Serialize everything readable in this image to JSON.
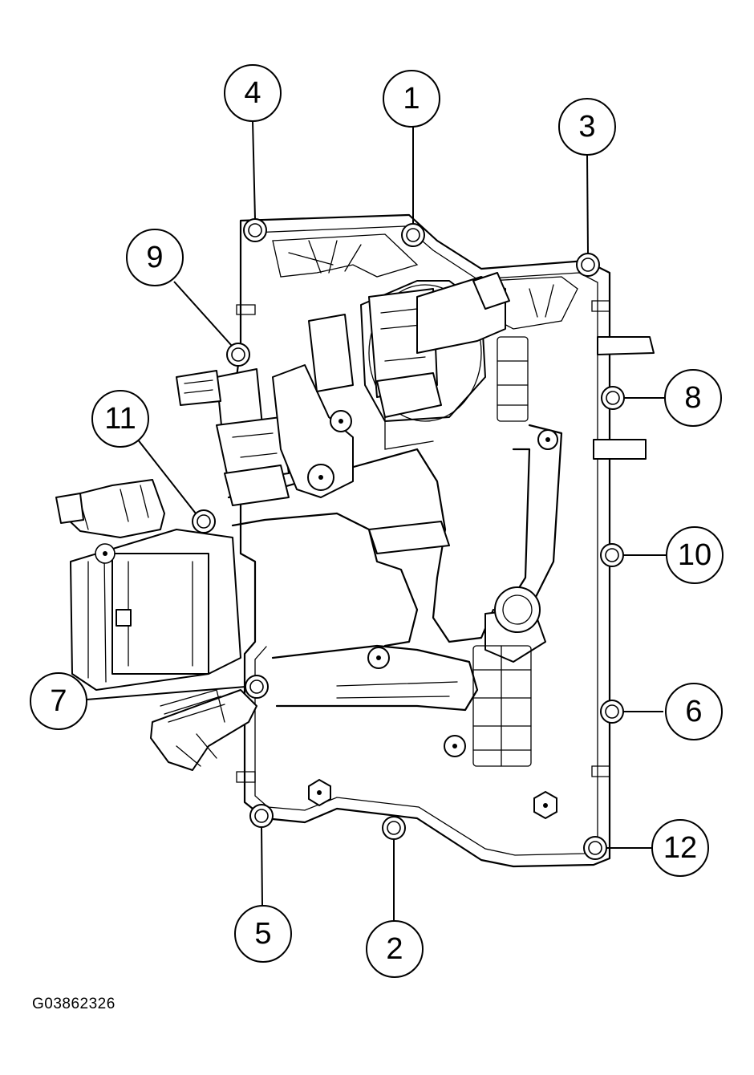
{
  "figure_id": "G03862326",
  "callouts": [
    {
      "label": "1"
    },
    {
      "label": "2"
    },
    {
      "label": "3"
    },
    {
      "label": "4"
    },
    {
      "label": "5"
    },
    {
      "label": "6"
    },
    {
      "label": "7"
    },
    {
      "label": "8"
    },
    {
      "label": "9"
    },
    {
      "label": "10"
    },
    {
      "label": "11"
    },
    {
      "label": "12"
    }
  ]
}
